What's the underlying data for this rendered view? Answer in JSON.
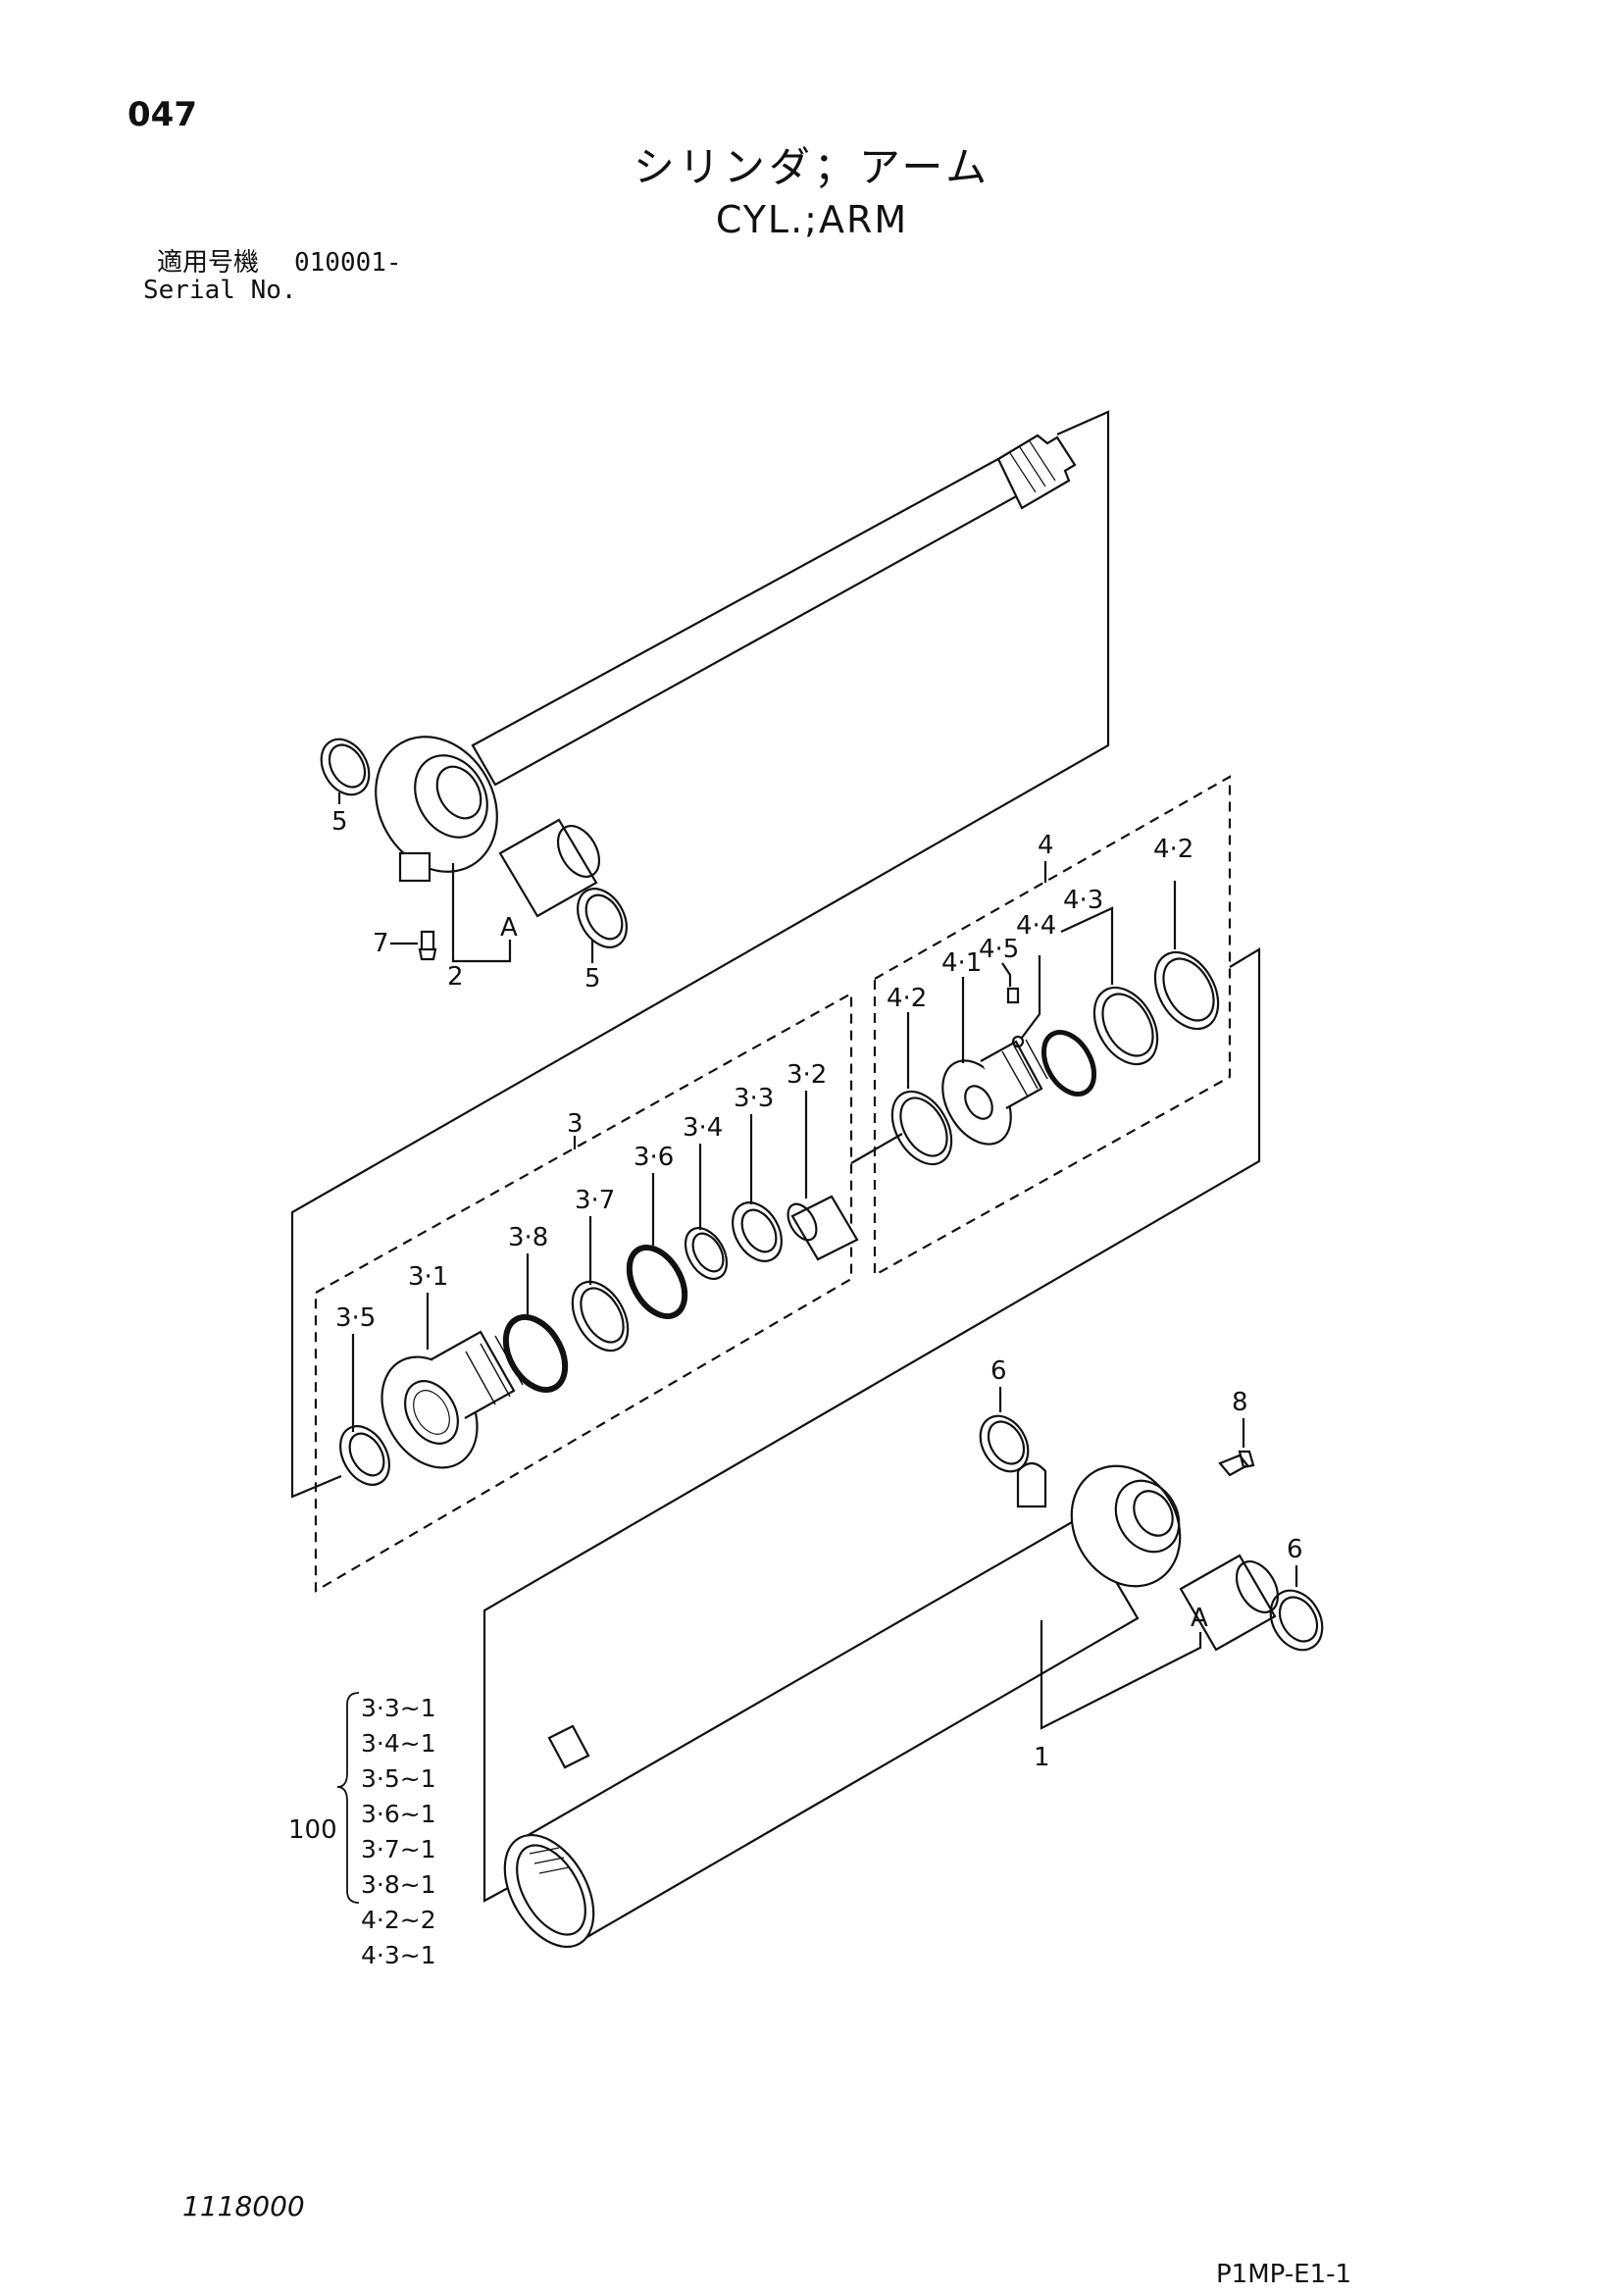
{
  "header": {
    "page_number": "047",
    "title_jp": "シリンダ；アーム",
    "title_en": "CYL.;ARM",
    "serial_label_jp": "適用号機",
    "serial_value": "010001-",
    "serial_label_en": "Serial No."
  },
  "callouts": {
    "rod": "2",
    "rod_bushing": "A",
    "rod_seal_left": "5",
    "rod_seal_right": "5",
    "grease_fitting": "7",
    "head_group": "3",
    "head": "3·1",
    "head_bushing": "3·2",
    "head_ring_3": "3·3",
    "head_ring_4": "3·4",
    "head_ring_5": "3·5",
    "head_ring_6": "3·6",
    "head_ring_7": "3·7",
    "head_ring_8": "3·8",
    "piston_group": "4",
    "piston": "4·1",
    "piston_ring_left": "4·2",
    "piston_ring_right": "4·2",
    "piston_ring_3": "4·3",
    "piston_ring_4": "4·4",
    "piston_screw": "4·5",
    "tube": "1",
    "tube_bushing": "A",
    "tube_seal_left": "6",
    "tube_seal_right": "6",
    "tube_fitting": "8"
  },
  "seal_kit": {
    "number": "100",
    "items": [
      "3·3~1",
      "3·4~1",
      "3·5~1",
      "3·6~1",
      "3·7~1",
      "3·8~1",
      "4·2~2",
      "4·3~1"
    ]
  },
  "footer": {
    "left": "1118000",
    "right": "P1MP-E1-1"
  }
}
